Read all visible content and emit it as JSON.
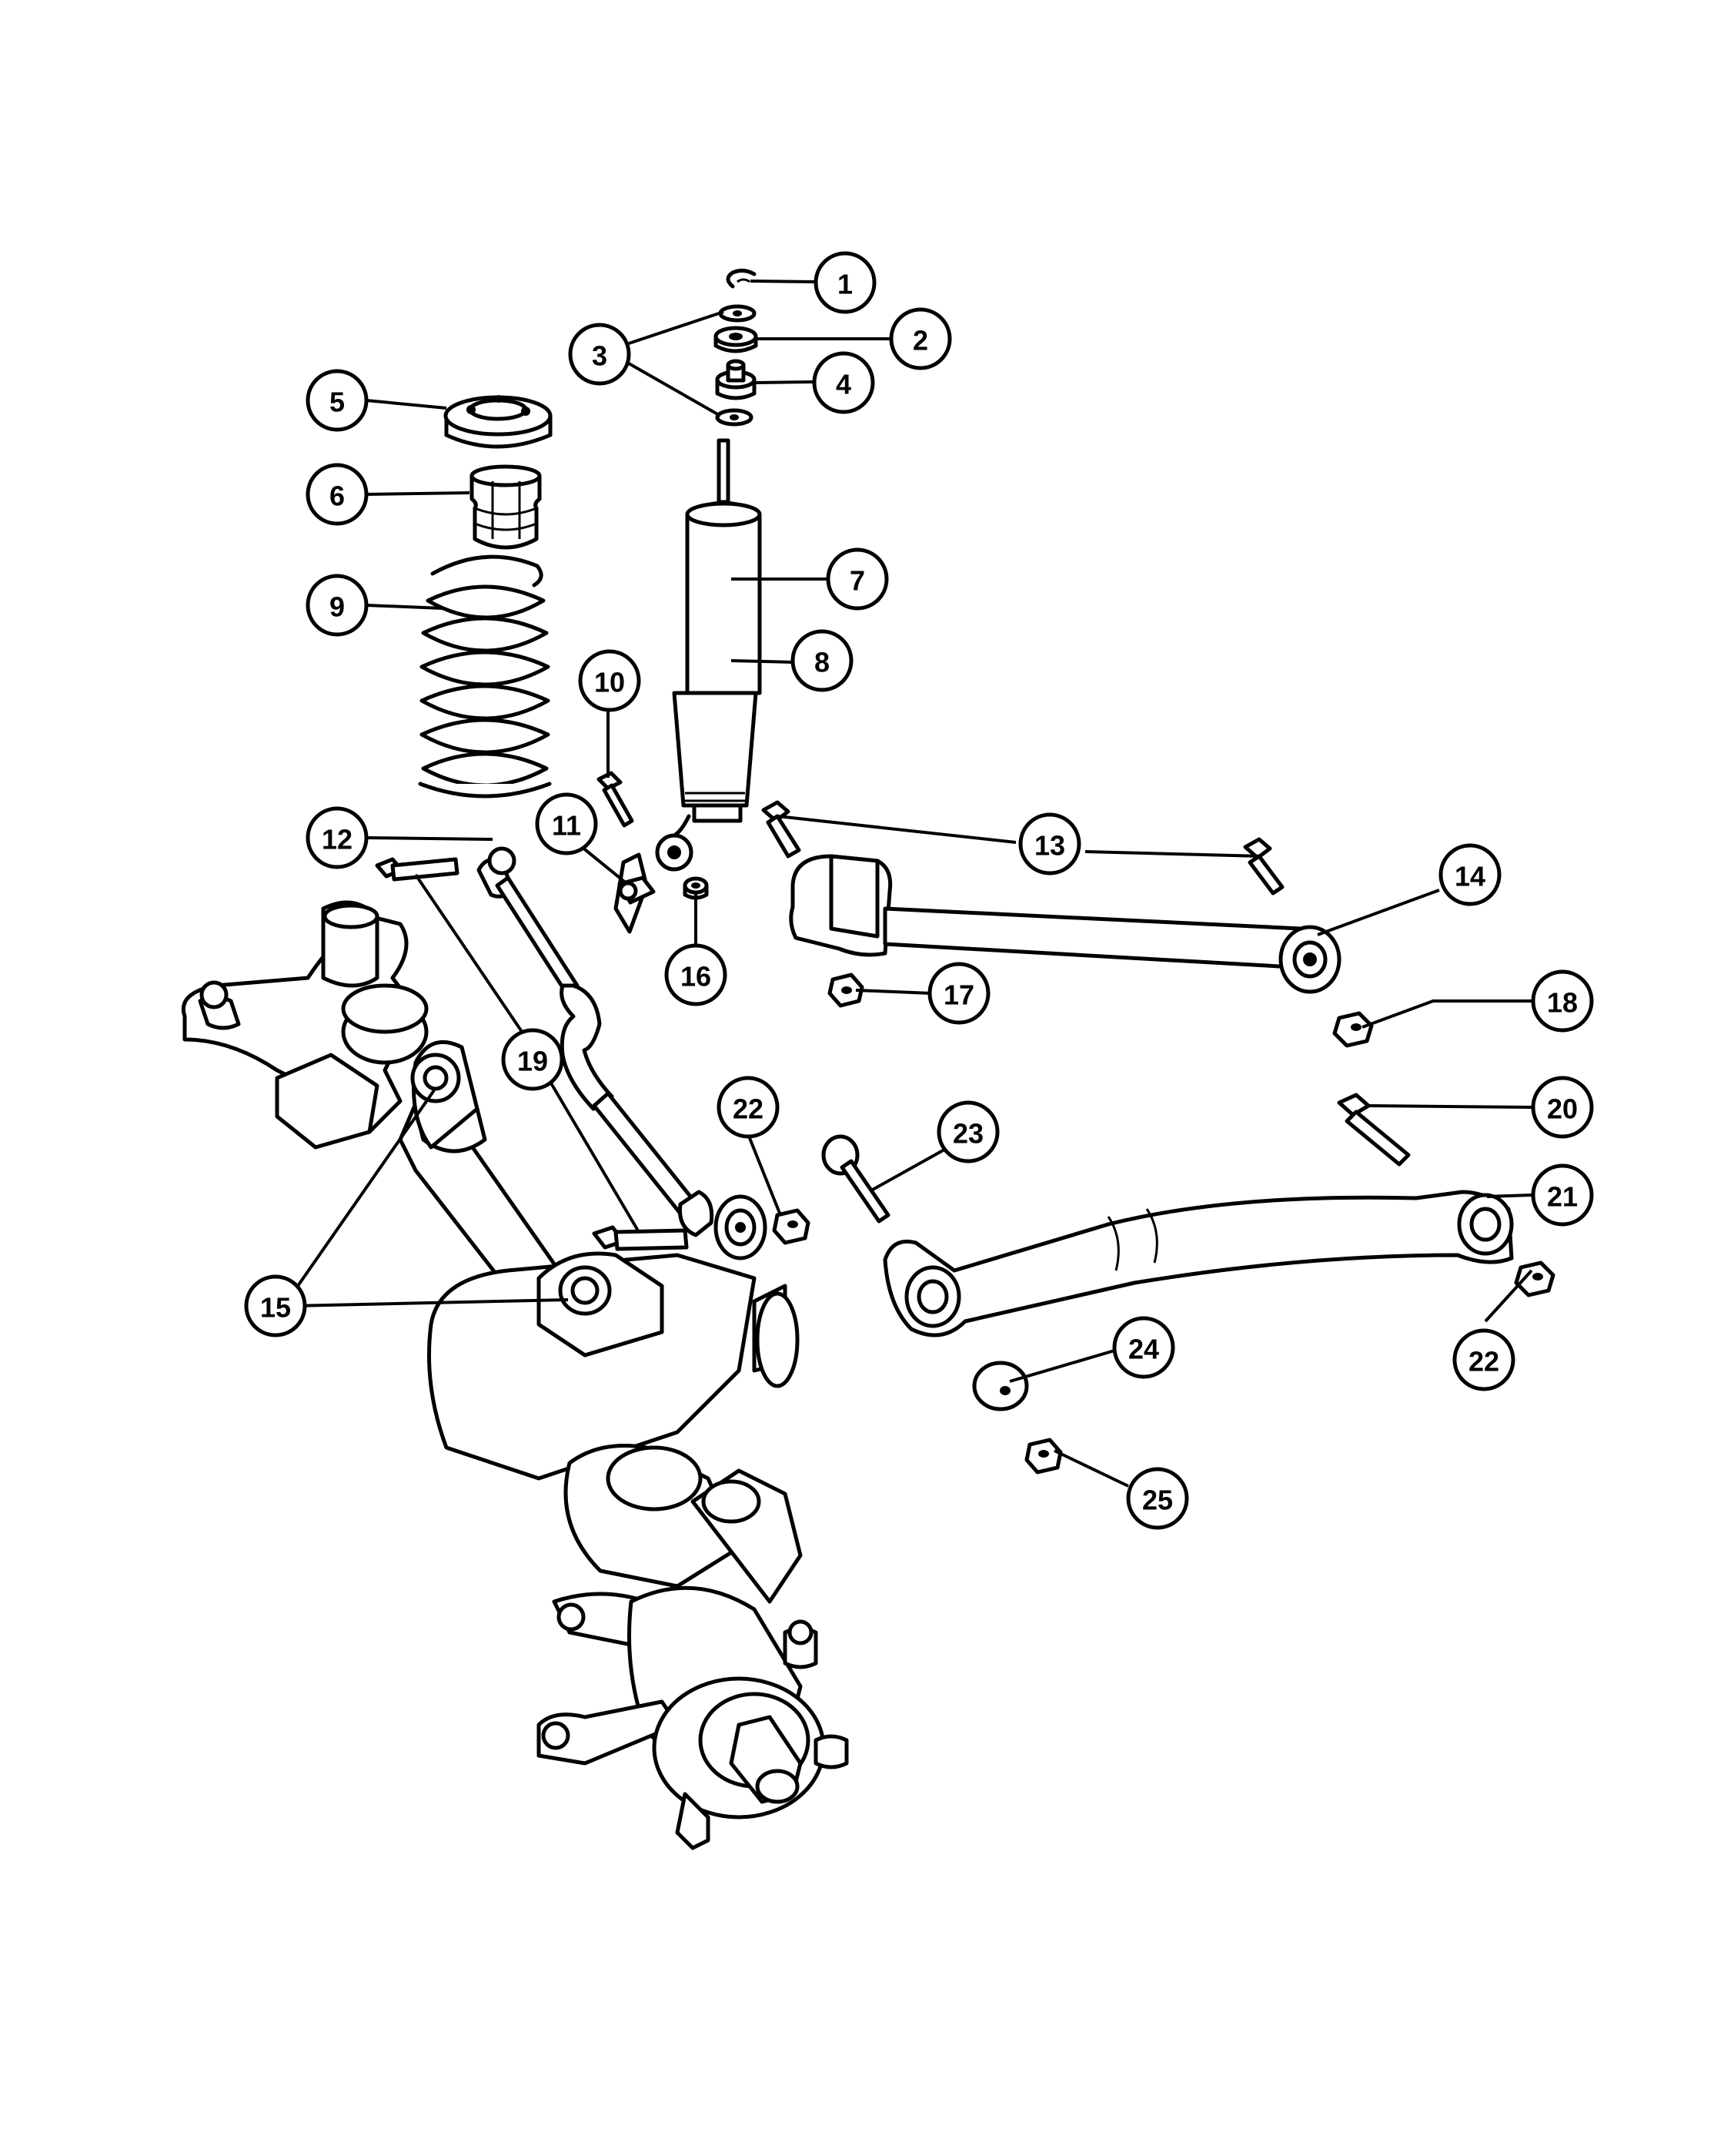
{
  "callouts": [
    {
      "id": "c1",
      "label": "1"
    },
    {
      "id": "c2",
      "label": "2"
    },
    {
      "id": "c3",
      "label": "3"
    },
    {
      "id": "c4",
      "label": "4"
    },
    {
      "id": "c5",
      "label": "5"
    },
    {
      "id": "c6",
      "label": "6"
    },
    {
      "id": "c7",
      "label": "7"
    },
    {
      "id": "c8",
      "label": "8"
    },
    {
      "id": "c9",
      "label": "9"
    },
    {
      "id": "c10",
      "label": "10"
    },
    {
      "id": "c11",
      "label": "11"
    },
    {
      "id": "c12",
      "label": "12"
    },
    {
      "id": "c13",
      "label": "13"
    },
    {
      "id": "c14",
      "label": "14"
    },
    {
      "id": "c15",
      "label": "15"
    },
    {
      "id": "c16",
      "label": "16"
    },
    {
      "id": "c17",
      "label": "17"
    },
    {
      "id": "c18",
      "label": "18"
    },
    {
      "id": "c19",
      "label": "19"
    },
    {
      "id": "c20",
      "label": "20"
    },
    {
      "id": "c21",
      "label": "21"
    },
    {
      "id": "c22a",
      "label": "22"
    },
    {
      "id": "c22b",
      "label": "22"
    },
    {
      "id": "c23",
      "label": "23"
    },
    {
      "id": "c24",
      "label": "24"
    },
    {
      "id": "c25",
      "label": "25"
    }
  ]
}
